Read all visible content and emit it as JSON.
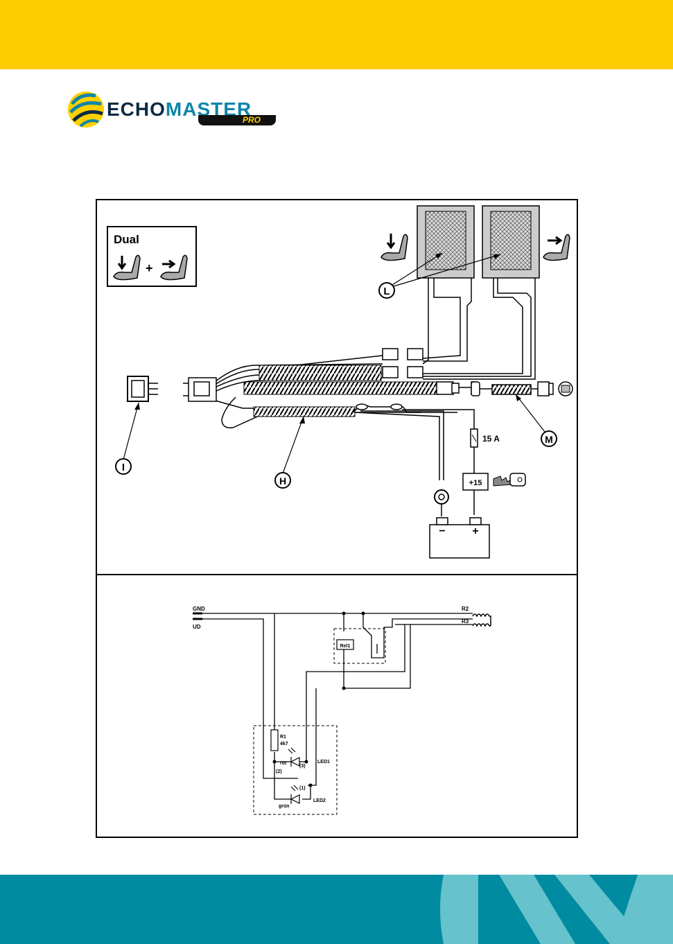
{
  "brand": {
    "logo_main": "ECHO",
    "logo_accent": "MASTER",
    "logo_sub": "PRO",
    "colors": {
      "header": "#ffcc00",
      "footer": "#008ba0",
      "logo_dark": "#0a2a44",
      "logo_blue": "#0d86a8"
    }
  },
  "wiring": {
    "mode_label": "Dual",
    "plus_sign": "+",
    "callouts": {
      "seat_elements": "L",
      "control_unit": "I",
      "harness": "H",
      "switch": "M"
    },
    "fuse_label": "15 A",
    "ignition_label": "+15",
    "battery": {
      "minus": "−",
      "plus": "+"
    }
  },
  "schematic": {
    "gnd": "GND",
    "ud": "UD",
    "r2": "R2",
    "r3": "R3",
    "relay": "Rel1",
    "r1": "R1",
    "r1_value": "4k7",
    "led1": "LED1",
    "led2": "LED2",
    "rot": "rot",
    "gruen": "grün",
    "pin1": "(1)",
    "pin2": "(2)",
    "pin3": "(3)"
  }
}
